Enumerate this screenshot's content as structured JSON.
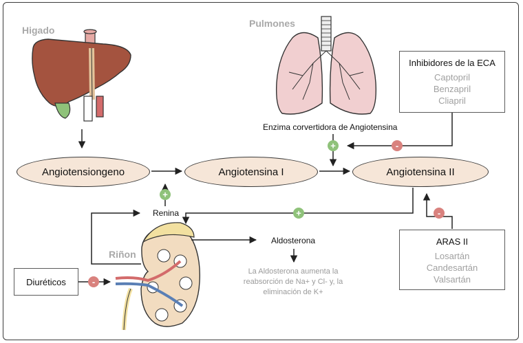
{
  "organs": {
    "liver": "Higado",
    "lungs": "Pulmones",
    "kidney": "Riñon"
  },
  "nodes": {
    "angiotensinogen": "Angiotensiongeno",
    "angiotensin1": "Angiotensina I",
    "angiotensin2": "Angiotensina II",
    "renin": "Renina",
    "aldosterone": "Aldosterona",
    "ace_enzyme": "Enzima corvertidora de Angiotensina",
    "diuretics": "Diuréticos"
  },
  "ace_inhibitors": {
    "title": "Inhibidores de la ECA",
    "items": [
      "Captopril",
      "Benzapril",
      "Cliapril"
    ]
  },
  "aras": {
    "title": "ARAS II",
    "items": [
      "Losartán",
      "Candesartán",
      "Valsartán"
    ]
  },
  "aldosterone_note": "La Aldosterona aumenta la reabsorción de Na+ y Cl- y, la eliminación de K+",
  "signs": {
    "plus": "+",
    "minus": "-"
  },
  "colors": {
    "ellipse_fill": "#f6e6d8",
    "plus_badge": "#8fc27a",
    "minus_badge": "#d9827e",
    "organ_label": "#a9a9a9",
    "liver": "#a4533f",
    "lung": "#f1cfd0",
    "kidney": "#f2dcc0"
  }
}
